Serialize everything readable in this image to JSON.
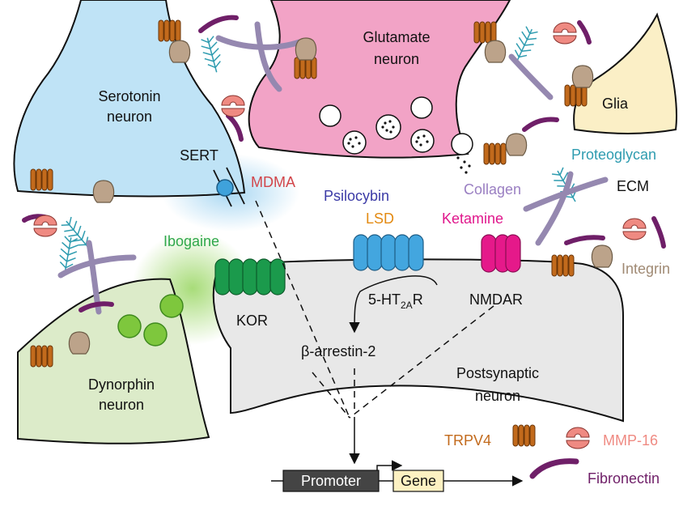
{
  "cells": {
    "serotonin": {
      "line1": "Serotonin",
      "line2": "neuron"
    },
    "glutamate": {
      "line1": "Glutamate",
      "line2": "neuron"
    },
    "glia": "Glia",
    "dynorphin": {
      "line1": "Dynorphin",
      "line2": "neuron"
    },
    "postsynaptic": {
      "line1": "Postsynaptic",
      "line2": "neuron"
    }
  },
  "drugs": {
    "mdma": "MDMA",
    "psilocybin": "Psilocybin",
    "lsd": "LSD",
    "ketamine": "Ketamine",
    "ibogaine": "Ibogaine"
  },
  "receptors": {
    "sert": "SERT",
    "kor": "KOR",
    "ht2a_main": "5-HT",
    "ht2a_sub": "2A",
    "ht2a_tail": "R",
    "nmdar": "NMDAR"
  },
  "signaling": {
    "arrestin": "β-arrestin-2"
  },
  "ecm": {
    "proteoglycan": "Proteoglycan",
    "ecm": "ECM",
    "collagen": "Collagen",
    "integrin": "Integrin"
  },
  "legend": {
    "trpv4": "TRPV4",
    "mmp16": "MMP-16",
    "fibronectin": "Fibronectin"
  },
  "gene": {
    "promoter": "Promoter",
    "gene": "Gene"
  },
  "colors": {
    "serotonin": "#bfe3f6",
    "glutamate": "#f2a3c6",
    "glia": "#fbefc6",
    "dynorphin": "#dcebc9",
    "postsynaptic": "#e8e8e8",
    "trpv4": "#c26a1c",
    "integrin": "#bca38a",
    "mmp16": "#ef8a82",
    "fibronectin": "#6f1f68",
    "proteoglycan": "#2f9cb0",
    "collagen": "#b9a8cf",
    "mdma_text": "#d2454a",
    "psilocybin_text": "#3b3aa6",
    "lsd_text": "#e38a12",
    "ketamine_text": "#e0178c",
    "ibogaine_text": "#2fa84a",
    "kor_fill": "#1b9a4c",
    "ht2a_fill": "#43a6df",
    "nmdar_fill": "#e5198a",
    "sert_fill": "#3fa2db"
  }
}
